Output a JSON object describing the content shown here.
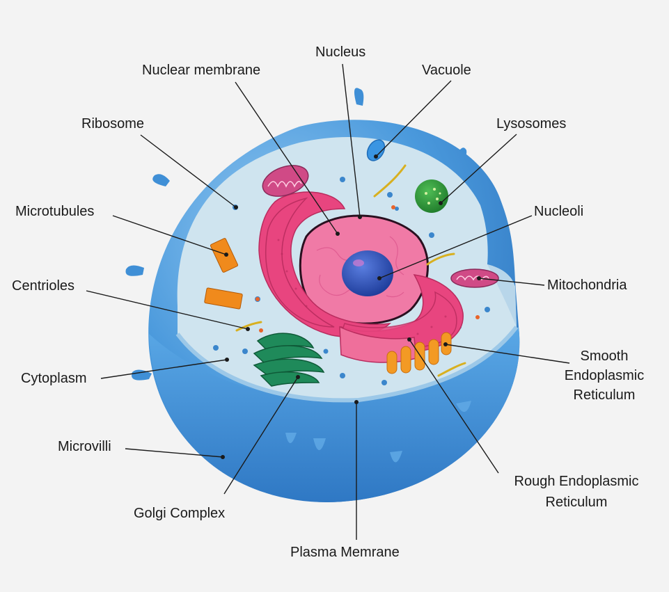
{
  "labels": {
    "nucleus": "Nucleus",
    "nuclear_membrane": "Nuclear membrane",
    "vacuole": "Vacuole",
    "ribosome": "Ribosome",
    "lysosomes": "Lysosomes",
    "microtubules": "Microtubules",
    "nucleoli": "Nucleoli",
    "centrioles": "Centrioles",
    "mitochondria": "Mitochondria",
    "cytoplasm": "Cytoplasm",
    "smooth_er": [
      "Smooth",
      "Endoplasmic",
      "Reticulum"
    ],
    "microvilli": "Microvilli",
    "rough_er": [
      "Rough Endoplasmic",
      "Reticulum"
    ],
    "golgi_complex": "Golgi Complex",
    "plasma_membrane": "Plasma Memrane"
  },
  "colors": {
    "background": "#f3f3f3",
    "membrane_blue": "#3d8fd6",
    "cytoplasm": "#cfe4ef",
    "nucleus_pink": "#f07aa6",
    "er_pink": "#e8457f",
    "nucleolus": "#2446a8",
    "golgi": "#1f8a5a",
    "lysosome": "#2f9a3e",
    "centriole": "#f08a1c",
    "smooth_er": "#f39a24",
    "leader": "#1a1a1a"
  }
}
